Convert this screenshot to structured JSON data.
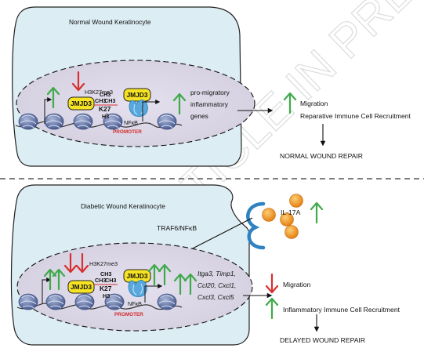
{
  "watermark": "ARTICLE IN PRESS",
  "colors": {
    "cell_fill": "#dcedf3",
    "nucleus_fill": "#ddd9e8",
    "jmjd3_fill": "#f6e323",
    "nfkb_fill": "#58a8dd",
    "il17_fill": "#ec8a1e",
    "receptor": "#2f82c2",
    "up_arrow": "#3faa4a",
    "down_arrow": "#d8302e",
    "promoter": "#d22d2d"
  },
  "normal": {
    "cell_title": "Normal Wound Keratinocyte",
    "h3k27me3": "H3K27me3",
    "jmjd3_left": "JMJD3",
    "jmjd3_right": "JMJD3",
    "ch3_a": "CH3",
    "ch3_b": "CH3",
    "ch3_c": "CH3",
    "k27": "K27",
    "h3": "H3",
    "nfkb": "NFκB",
    "promoter": "PROMOTER",
    "genes_1": "pro-migratory",
    "genes_2": "inflammatory",
    "genes_3": "genes",
    "out_migration": "Migration",
    "out_recruit": "Reparative Immune Cell Recruitment",
    "result": "NORMAL WOUND REPAIR"
  },
  "diabetic": {
    "cell_title": "Diabetic Wound Keratinocyte",
    "il17a": "IL-17A",
    "traf6": "TRAF6/NFκB",
    "h3k27me3": "H3K27me3",
    "jmjd3_left": "JMJD3",
    "jmjd3_right": "JMJD3",
    "ch3_a": "CH3",
    "ch3_b": "CH3",
    "ch3_c": "CH3",
    "k27": "K27",
    "h3": "H3",
    "nfkb": "NFκB",
    "promoter": "PROMOTER",
    "genes_1": "Itga3, Timp1,",
    "genes_2": "Ccl20, Cxcl1,",
    "genes_3": "Cxcl3, Cxcl5",
    "out_migration": "Migration",
    "out_recruit": "Inflammatory Immune Cell Recruitment",
    "result": "DELAYED WOUND REPAIR"
  }
}
